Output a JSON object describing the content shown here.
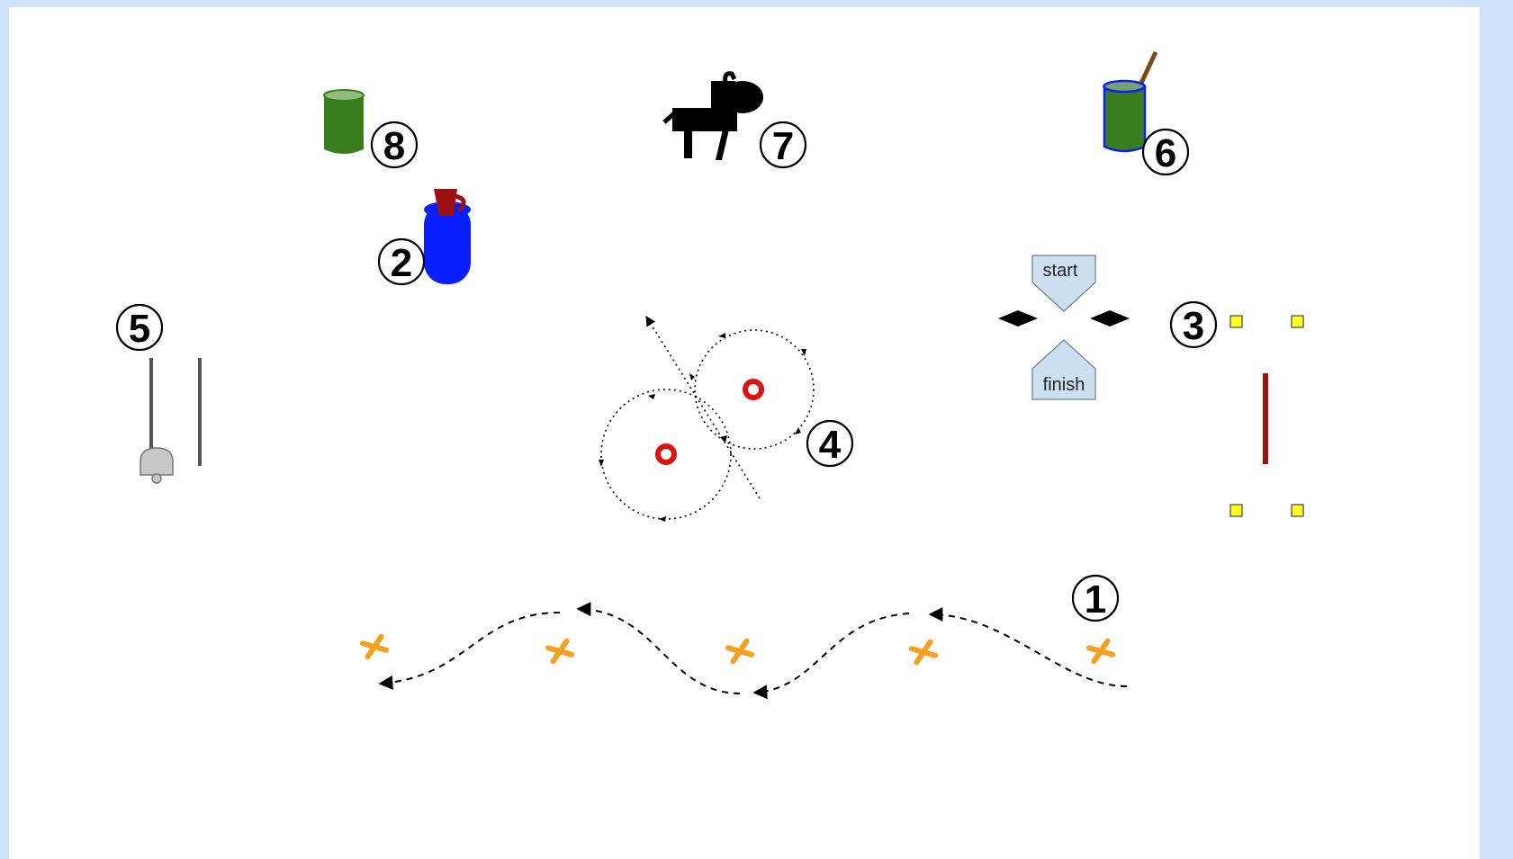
{
  "diagram": {
    "station_numbers": {
      "s1": "1",
      "s2": "2",
      "s3": "3",
      "s4": "4",
      "s5": "5",
      "s6": "6",
      "s7": "7",
      "s8": "8"
    },
    "gate_labels": {
      "start": "start",
      "finish": "finish"
    },
    "colors": {
      "page_background": "#cfe2fb",
      "canvas": "#ffffff",
      "cone_orange": "#f5a020",
      "barrel_green": "#3a7d1e",
      "barrel_blue": "#0a1fff",
      "jug_red": "#9b1010",
      "ring_red": "#e01010",
      "marker_yellow": "#ffff22",
      "gate_fill": "#cde0f2",
      "pole_gray": "#555555",
      "bell_gray": "#c8c8c8",
      "rail_red": "#a01010"
    }
  }
}
